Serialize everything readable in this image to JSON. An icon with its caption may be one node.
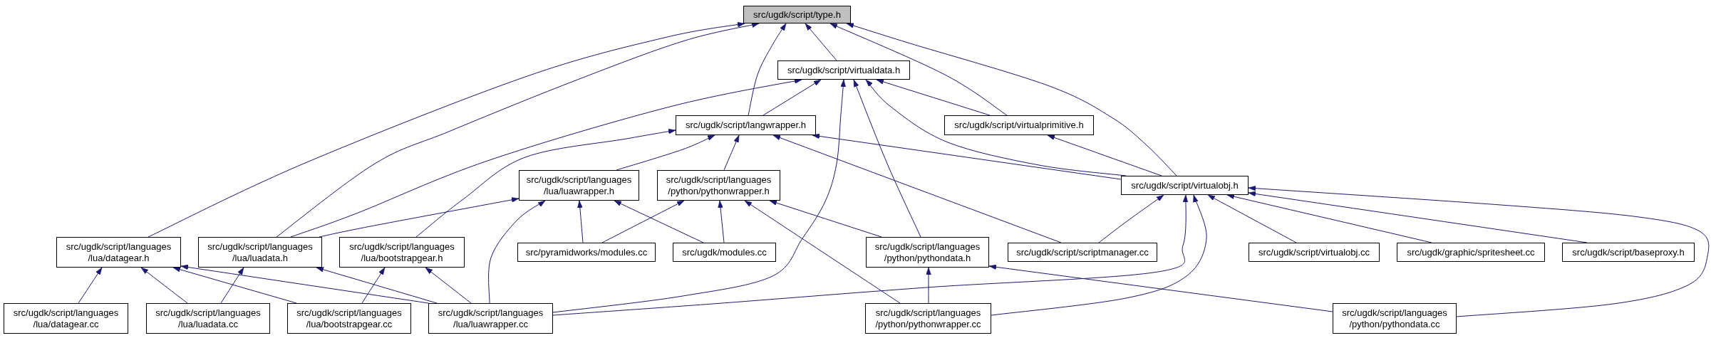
{
  "diagram": {
    "nodes": [
      {
        "text": [
          "src/ugdk/script/type.h"
        ]
      },
      {
        "text": [
          "src/ugdk/script/virtualdata.h"
        ]
      },
      {
        "text": [
          "src/ugdk/script/langwrapper.h"
        ]
      },
      {
        "text": [
          "src/ugdk/script/virtualprimitive.h"
        ]
      },
      {
        "text": [
          "src/ugdk/script/languages /lua/luawrapper.h"
        ]
      },
      {
        "text": [
          "src/ugdk/script/languages /python/pythonwrapper.h"
        ]
      },
      {
        "text": [
          "src/ugdk/script/virtualobj.h"
        ]
      },
      {
        "text": [
          "src/ugdk/script/languages /lua/datagear.h"
        ]
      },
      {
        "text": [
          "src/ugdk/script/languages /lua/luadata.h"
        ]
      },
      {
        "text": [
          "src/ugdk/script/languages /lua/bootstrapgear.h"
        ]
      },
      {
        "text": [
          "src/pyramidworks/modules.cc"
        ]
      },
      {
        "text": [
          "src/ugdk/modules.cc"
        ]
      },
      {
        "text": [
          "src/ugdk/script/languages /python/pythondata.h"
        ]
      },
      {
        "text": [
          "src/ugdk/script/scriptmanager.cc"
        ]
      },
      {
        "text": [
          "src/ugdk/script/virtualobj.cc"
        ]
      },
      {
        "text": [
          "src/ugdk/graphic/spritesheet.cc"
        ]
      },
      {
        "text": [
          "src/ugdk/script/baseproxy.h"
        ]
      },
      {
        "text": [
          "src/ugdk/script/languages /lua/datagear.cc"
        ]
      },
      {
        "text": [
          "src/ugdk/script/languages /lua/luadata.cc"
        ]
      },
      {
        "text": [
          "src/ugdk/script/languages /lua/bootstrapgear.cc"
        ]
      },
      {
        "text": [
          "src/ugdk/script/languages /lua/luawrapper.cc"
        ]
      },
      {
        "text": [
          "src/ugdk/script/languages /python/pythonwrapper.cc"
        ]
      },
      {
        "text": [
          "src/ugdk/script/languages /python/pythondata.cc"
        ]
      }
    ],
    "edges": [
      {
        "from": 7,
        "to": 0,
        "arrow": "to"
      },
      {
        "from": 8,
        "to": 0,
        "arrow": "to"
      },
      {
        "from": 2,
        "to": 0,
        "arrow": "to"
      },
      {
        "from": 1,
        "to": 0,
        "arrow": "to"
      },
      {
        "from": 3,
        "to": 0,
        "arrow": "to"
      },
      {
        "from": 6,
        "to": 0,
        "arrow": "to"
      },
      {
        "from": 8,
        "to": 1,
        "arrow": "to"
      },
      {
        "from": 2,
        "to": 1,
        "arrow": "to"
      },
      {
        "from": 20,
        "to": 1,
        "arrow": "to"
      },
      {
        "from": 12,
        "to": 1,
        "arrow": "to"
      },
      {
        "from": 6,
        "to": 1,
        "arrow": "to"
      },
      {
        "from": 3,
        "to": 1,
        "arrow": "to"
      },
      {
        "from": 9,
        "to": 2,
        "arrow": "to"
      },
      {
        "from": 4,
        "to": 2,
        "arrow": "to"
      },
      {
        "from": 5,
        "to": 2,
        "arrow": "to"
      },
      {
        "from": 13,
        "to": 2,
        "arrow": "to"
      },
      {
        "from": 6,
        "to": 2,
        "arrow": "to"
      },
      {
        "from": 6,
        "to": 3,
        "arrow": "to"
      },
      {
        "from": 8,
        "to": 4,
        "arrow": "to"
      },
      {
        "from": 20,
        "to": 4,
        "arrow": "to"
      },
      {
        "from": 10,
        "to": 4,
        "arrow": "to"
      },
      {
        "from": 11,
        "to": 4,
        "arrow": "to"
      },
      {
        "from": 10,
        "to": 5,
        "arrow": "to"
      },
      {
        "from": 11,
        "to": 5,
        "arrow": "to"
      },
      {
        "from": 21,
        "to": 5,
        "arrow": "to"
      },
      {
        "from": 12,
        "to": 5,
        "arrow": "to"
      },
      {
        "from": 13,
        "to": 6,
        "arrow": "to"
      },
      {
        "from": 20,
        "to": 6,
        "arrow": "to"
      },
      {
        "from": 21,
        "to": 6,
        "arrow": "to"
      },
      {
        "from": 14,
        "to": 6,
        "arrow": "to"
      },
      {
        "from": 15,
        "to": 6,
        "arrow": "to"
      },
      {
        "from": 16,
        "to": 6,
        "arrow": "to"
      },
      {
        "from": 22,
        "to": 6,
        "arrow": "to"
      },
      {
        "from": 17,
        "to": 7,
        "arrow": "to"
      },
      {
        "from": 18,
        "to": 7,
        "arrow": "to"
      },
      {
        "from": 19,
        "to": 7,
        "arrow": "to"
      },
      {
        "from": 20,
        "to": 7,
        "arrow": "to"
      },
      {
        "from": 18,
        "to": 8,
        "arrow": "to"
      },
      {
        "from": 20,
        "to": 8,
        "arrow": "to"
      },
      {
        "from": 19,
        "to": 9,
        "arrow": "to"
      },
      {
        "from": 20,
        "to": 9,
        "arrow": "to"
      },
      {
        "from": 21,
        "to": 12,
        "arrow": "to"
      },
      {
        "from": 22,
        "to": 12,
        "arrow": "to"
      }
    ]
  }
}
